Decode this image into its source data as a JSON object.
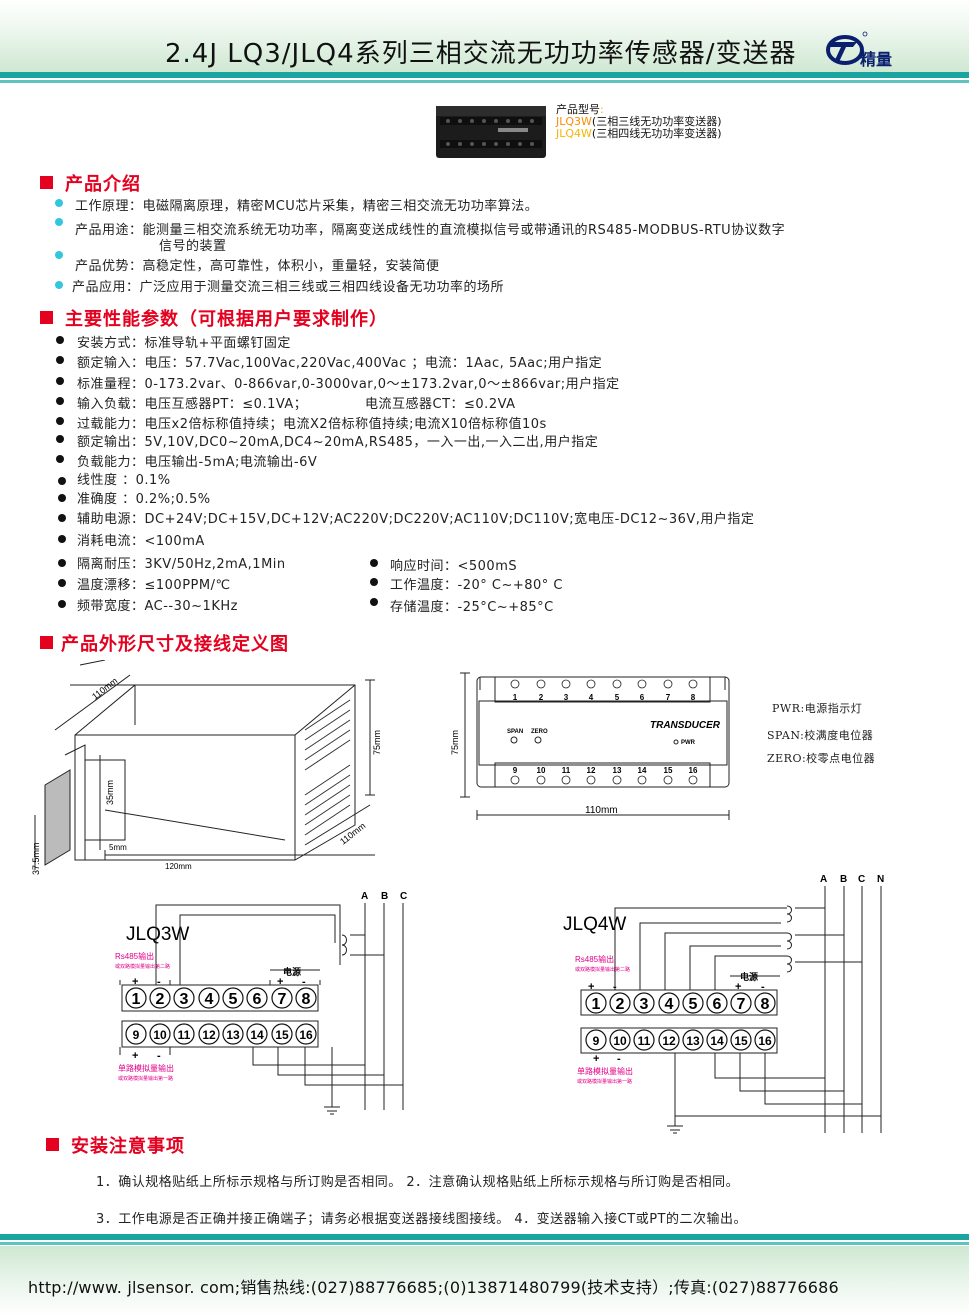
{
  "header": {
    "title": "2.4J LQ3/JLQ4系列三相交流无功功率传感器/变送器",
    "logo_text": "精量"
  },
  "product": {
    "label_prefix": "产品型号",
    "models": [
      {
        "code": "JLQ3W",
        "desc": "(三相三线无功功率变送器)"
      },
      {
        "code": "JLQ4W",
        "desc": "(三相四线无功功率变送器)"
      }
    ]
  },
  "intro": {
    "heading": "产品介绍",
    "lines": [
      "工作原理：电磁隔离原理，精密MCU芯片采集，精密三相交流无功功率算法。",
      "产品用途：能测量三相交流系统无功功率，隔离变送成线性的直流模拟信号或带通讯的RS485-MODBUS-RTU协议数字",
      "信号的装置",
      "产品优势：高稳定性，高可靠性，体积小，重量轻，安装简便",
      "产品应用：广泛应用于测量交流三相三线或三相四线设备无功功率的场所"
    ]
  },
  "specs": {
    "heading": "主要性能参数（可根据用户要求制作）",
    "lines": [
      "安装方式：标准导轨+平面螺钉固定",
      "额定输入：电压：57.7Vac,100Vac,220Vac,400Vac  ；电流：1Aac, 5Aac;用户指定",
      "标准量程：0-173.2var、0-866var,0-3000var,0～±173.2var,0～±866var;用户指定",
      "输入负载：电压互感器PT：≤0.1VA；",
      "电流互感器CT：≤0.2VA",
      "过载能力：电压x2倍标称值持续；电流X2倍标称值持续;电流X10倍标称值10s",
      "额定输出：5V,10V,DC0~20mA,DC4~20mA,RS485，一入一出,一入二出,用户指定",
      "负载能力：电压输出-5mA;电流输出-6V",
      "线性度  ：0.1%",
      "准确度  ：0.2%;0.5%",
      "辅助电源：DC+24V;DC+15V,DC+12V;AC220V;DC220V;AC110V;DC110V;宽电压-DC12~36V,用户指定",
      "消耗电流：<100mA",
      "隔离耐压：3KV/50Hz,2mA,1Min",
      "温度漂移：≤100PPM/℃",
      "频带宽度：AC--30~1KHz",
      "响应时间：<500mS",
      "工作温度：-20° C~+80° C",
      "存储温度：-25°C~+85°C"
    ]
  },
  "dims": {
    "heading": "产品外形尺寸及接线定义图",
    "labels": {
      "d110a": "110mm",
      "d75": "75mm",
      "d35": "35mm",
      "d375": "37.5mm",
      "d5": "5mm",
      "d120": "120mm",
      "d110b": "110mm",
      "f75": "75mm",
      "f110": "110mm",
      "brand": "TRANSDUCER",
      "span": "SPAN",
      "zero": "ZERO",
      "pwr": "PWR"
    },
    "legend": [
      "PWR:电源指示灯",
      "SPAN:校满度电位器",
      "ZERO:校零点电位器"
    ],
    "terminals_top": [
      "1",
      "2",
      "3",
      "4",
      "5",
      "6",
      "7",
      "8"
    ],
    "terminals_bottom": [
      "9",
      "10",
      "11",
      "12",
      "13",
      "14",
      "15",
      "16"
    ]
  },
  "wiring": {
    "jlq3w": {
      "title": "JLQ3W",
      "rs485": "Rs485输出",
      "rs485_sub": "或双路模拟量输出第二路",
      "power": "电源",
      "analog": "单路模拟量输出",
      "analog_sub": "或双路模拟量输出第一路",
      "phases": [
        "A",
        "B",
        "C"
      ],
      "plus": "+",
      "minus": "-"
    },
    "jlq4w": {
      "title": "JLQ4W",
      "rs485": "Rs485输出",
      "rs485_sub": "或双路模拟量输出第二路",
      "power": "电源",
      "analog": "单路模拟量输出",
      "analog_sub": "或双路模拟量输出第一路",
      "phases": [
        "A",
        "B",
        "C",
        "N"
      ],
      "plus": "+",
      "minus": "-"
    }
  },
  "notes": {
    "heading": "安装注意事项",
    "line1": "1．确认规格贴纸上所标示规格与所订购是否相同。 2．注意确认规格贴纸上所标示规格与所订购是否相同。",
    "line2": "3．工作电源是否正确并接正确端子；请务必根据变送器接线图接线。 4．变送器输入接CT或PT的二次输出。"
  },
  "footer": {
    "text": "http://www. jlsensor. com;销售热线:(027)88776685;(0)13871480799(技术支持）;传真:(027)88776686"
  }
}
